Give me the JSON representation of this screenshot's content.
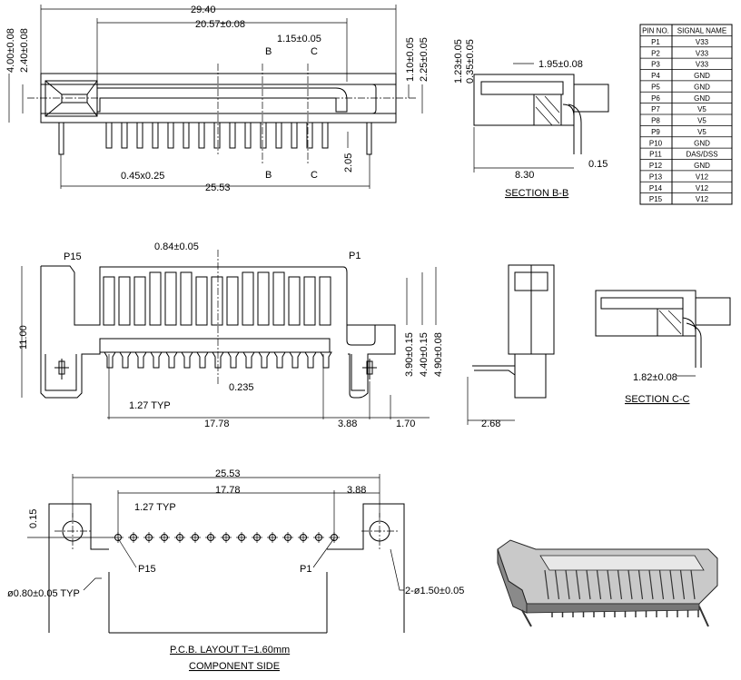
{
  "top_view": {
    "dims": {
      "overall_length": "29.40",
      "slot_length": "20.57±0.08",
      "key_offset": "1.15±0.05",
      "height": "4.00±0.08",
      "slot_height": "2.40±0.08",
      "slot_depth_a": "1.10±0.05",
      "slot_depth_b": "2.25±0.05",
      "pin_length": "2.05",
      "pin_section": "0.45x0.25",
      "post_pitch": "25.53"
    },
    "section_markers": [
      "B",
      "C"
    ]
  },
  "section_bb": {
    "title": "SECTION B-B",
    "dims": {
      "a": "1.23±0.05",
      "b": "0.35±0.05",
      "c": "1.95±0.08",
      "d": "0.15",
      "depth": "8.30"
    }
  },
  "pin_table": {
    "headers": [
      "PIN NO.",
      "SIGNAL NAME"
    ],
    "rows": [
      [
        "P1",
        "V33"
      ],
      [
        "P2",
        "V33"
      ],
      [
        "P3",
        "V33"
      ],
      [
        "P4",
        "GND"
      ],
      [
        "P5",
        "GND"
      ],
      [
        "P6",
        "GND"
      ],
      [
        "P7",
        "V5"
      ],
      [
        "P8",
        "V5"
      ],
      [
        "P9",
        "V5"
      ],
      [
        "P10",
        "GND"
      ],
      [
        "P11",
        "DAS/DSS"
      ],
      [
        "P12",
        "GND"
      ],
      [
        "P13",
        "V12"
      ],
      [
        "P14",
        "V12"
      ],
      [
        "P15",
        "V12"
      ]
    ]
  },
  "front_view": {
    "labels": {
      "p15": "P15",
      "p1": "P1"
    },
    "dims": {
      "contact_width": "0.84±0.05",
      "height": "11.00",
      "h1": "3.90±0.15",
      "h2": "4.40±0.15",
      "h3": "4.90±0.08",
      "offset": "0.235",
      "pitch": "1.27 TYP",
      "span": "17.78",
      "to_post": "3.88",
      "edge": "1.70"
    }
  },
  "side_view": {
    "dims": {
      "depth": "2.68"
    }
  },
  "section_cc": {
    "title": "SECTION C-C",
    "dims": {
      "a": "1.82±0.08"
    }
  },
  "pcb_layout": {
    "dims": {
      "post_pitch": "25.53",
      "span": "17.78",
      "to_post": "3.88",
      "pitch": "1.27 TYP",
      "offset": "0.15",
      "pin_hole": "ø0.80±0.05 TYP",
      "post_hole": "2-ø1.50±0.05"
    },
    "labels": {
      "p15": "P15",
      "p1": "P1"
    },
    "caption": "P.C.B. LAYOUT T=1.60mm",
    "subcaption": "COMPONENT SIDE"
  }
}
